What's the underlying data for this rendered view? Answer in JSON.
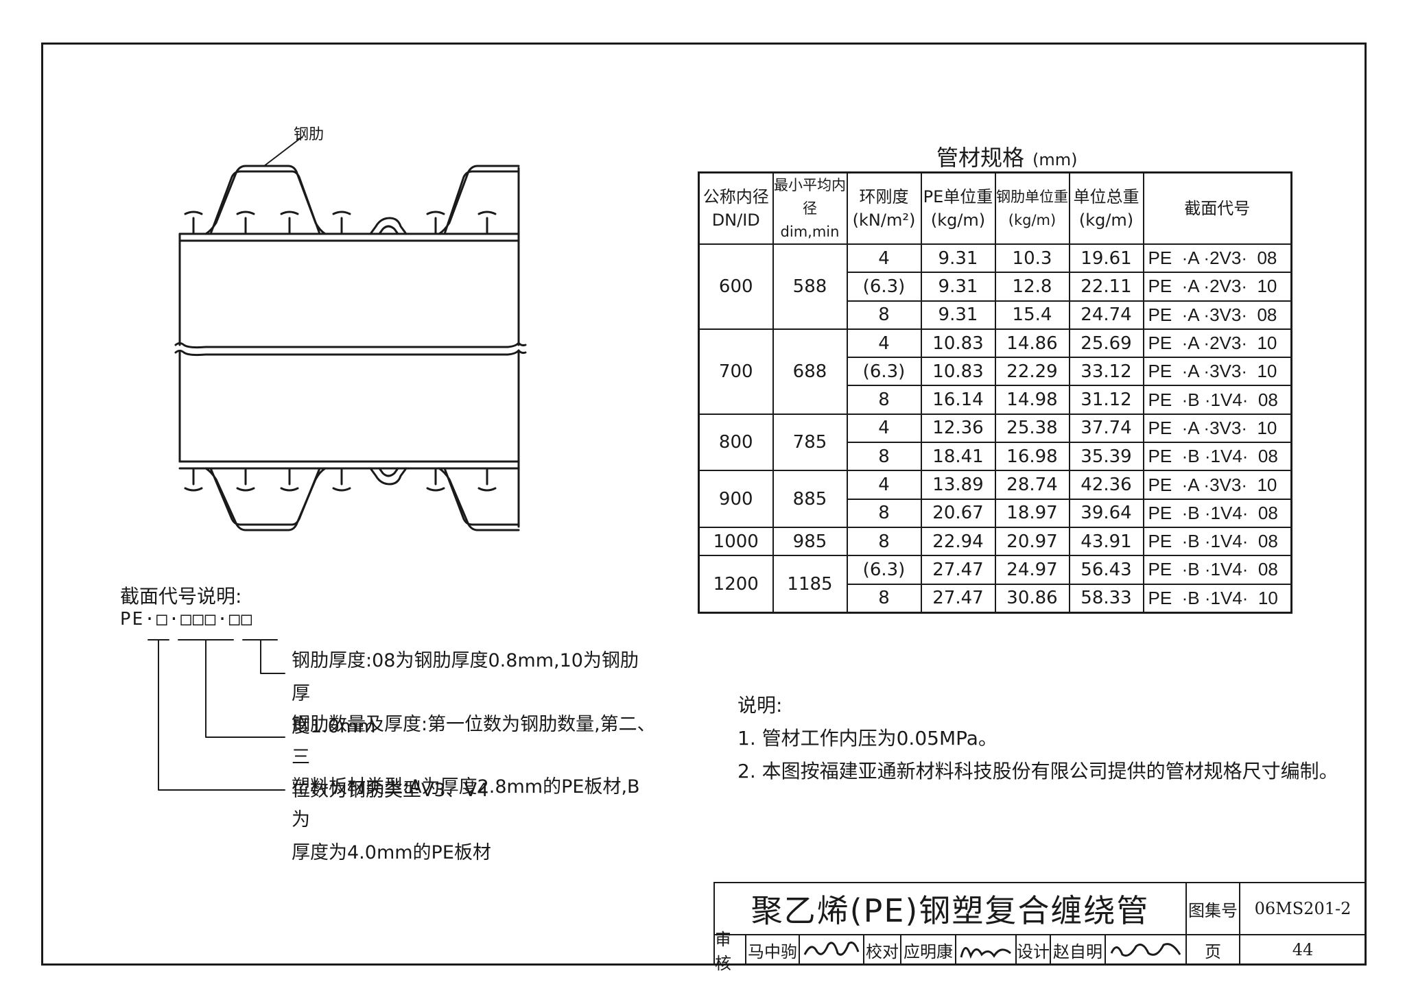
{
  "drawing": {
    "rib_label": "钢肋"
  },
  "legend": {
    "title": "截面代号说明:",
    "code_pattern": "PE·□·□□□·□□",
    "items": [
      {
        "line1": "钢肋厚度:08为钢肋厚度0.8mm,10为钢肋厚",
        "line2": "度1.0mm"
      },
      {
        "line1": "钢肋数量及厚度:第一位数为钢肋数量,第二、三",
        "line2": "位数为钢肋类型V3、V4"
      },
      {
        "line1": "塑料板材类型:A为厚度2.8mm的PE板材,B为",
        "line2": "厚度为4.0mm的PE板材"
      }
    ]
  },
  "table": {
    "title": "管材规格",
    "unit": "(mm)",
    "headers": [
      {
        "line1": "公称内径",
        "line2": "DN/ID"
      },
      {
        "line1": "最小平均内径",
        "line2": "dim,min"
      },
      {
        "line1": "环刚度",
        "line2": "(kN/m²)"
      },
      {
        "line1": "PE单位重",
        "line2": "(kg/m)"
      },
      {
        "line1": "钢肋单位重",
        "line2": "(kg/m)"
      },
      {
        "line1": "单位总重",
        "line2": "(kg/m)"
      },
      {
        "line1": "截面代号",
        "line2": ""
      }
    ],
    "groups": [
      {
        "dn": "600",
        "dmin": "588",
        "rows": [
          {
            "stiffness": "4",
            "pe": "9.31",
            "rib": "10.3",
            "total": "19.61",
            "code": "PE  ·A ·2V3·  08"
          },
          {
            "stiffness": "(6.3)",
            "pe": "9.31",
            "rib": "12.8",
            "total": "22.11",
            "code": "PE  ·A ·2V3·  10"
          },
          {
            "stiffness": "8",
            "pe": "9.31",
            "rib": "15.4",
            "total": "24.74",
            "code": "PE  ·A ·3V3·  08"
          }
        ]
      },
      {
        "dn": "700",
        "dmin": "688",
        "rows": [
          {
            "stiffness": "4",
            "pe": "10.83",
            "rib": "14.86",
            "total": "25.69",
            "code": "PE  ·A ·2V3·  10"
          },
          {
            "stiffness": "(6.3)",
            "pe": "10.83",
            "rib": "22.29",
            "total": "33.12",
            "code": "PE  ·A ·3V3·  10"
          },
          {
            "stiffness": "8",
            "pe": "16.14",
            "rib": "14.98",
            "total": "31.12",
            "code": "PE  ·B ·1V4·  08"
          }
        ]
      },
      {
        "dn": "800",
        "dmin": "785",
        "rows": [
          {
            "stiffness": "4",
            "pe": "12.36",
            "rib": "25.38",
            "total": "37.74",
            "code": "PE  ·A ·3V3·  10"
          },
          {
            "stiffness": "8",
            "pe": "18.41",
            "rib": "16.98",
            "total": "35.39",
            "code": "PE  ·B ·1V4·  08"
          }
        ]
      },
      {
        "dn": "900",
        "dmin": "885",
        "rows": [
          {
            "stiffness": "4",
            "pe": "13.89",
            "rib": "28.74",
            "total": "42.36",
            "code": "PE  ·A ·3V3·  10"
          },
          {
            "stiffness": "8",
            "pe": "20.67",
            "rib": "18.97",
            "total": "39.64",
            "code": "PE  ·B ·1V4·  08"
          }
        ]
      },
      {
        "dn": "1000",
        "dmin": "985",
        "rows": [
          {
            "stiffness": "8",
            "pe": "22.94",
            "rib": "20.97",
            "total": "43.91",
            "code": "PE  ·B ·1V4·  08"
          }
        ]
      },
      {
        "dn": "1200",
        "dmin": "1185",
        "rows": [
          {
            "stiffness": "(6.3)",
            "pe": "27.47",
            "rib": "24.97",
            "total": "56.43",
            "code": "PE  ·B ·1V4·  08"
          },
          {
            "stiffness": "8",
            "pe": "27.47",
            "rib": "30.86",
            "total": "58.33",
            "code": "PE  ·B ·1V4·  10"
          }
        ]
      }
    ]
  },
  "notes": {
    "title": "说明:",
    "items": [
      "1.  管材工作内压为0.05MPa。",
      "2.  本图按福建亚通新材料科技股份有限公司提供的管材规格尺寸编制。"
    ]
  },
  "title_block": {
    "title": "聚乙烯(PE)钢塑复合缠绕管",
    "atlas_label": "图集号",
    "atlas_no": "06MS201-2",
    "review_label": "审核",
    "reviewer": "马中驹",
    "check_label": "校对",
    "checker": "应明康",
    "design_label": "设计",
    "designer": "赵自明",
    "page_label": "页",
    "page_no": "44"
  }
}
